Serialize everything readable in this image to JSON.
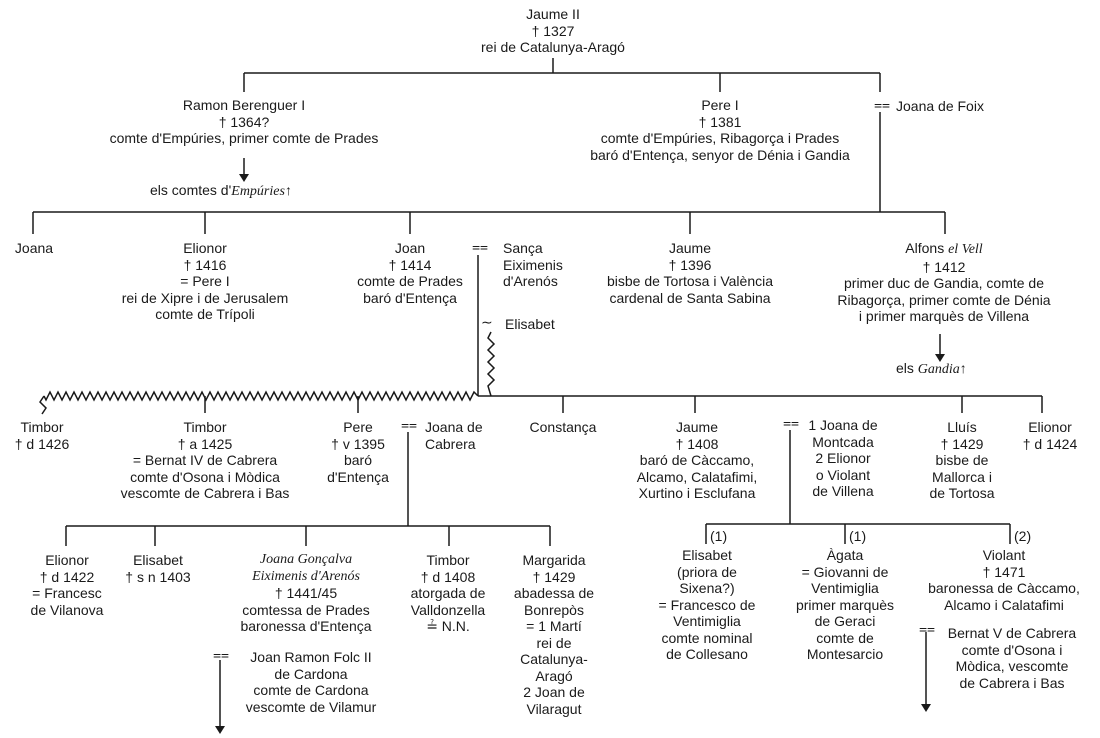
{
  "diagram": {
    "jaume_ii": [
      "Jaume II",
      "† 1327",
      "rei de Catalunya-Aragó"
    ],
    "ramon_berenguer": [
      "Ramon Berenguer I",
      "† 1364?",
      "comte d'Empúries, primer comte de Prades"
    ],
    "comtes_emp": {
      "pre": "els comtes d'",
      "it": "Empúries",
      "post": "↑"
    },
    "pere_i": [
      "Pere I",
      "† 1381",
      "comte d'Empúries, Ribagorça i Prades",
      "baró d'Entença, senyor de Dénia i Gandia"
    ],
    "joana_foix": "Joana de Foix",
    "joana": [
      "Joana"
    ],
    "elionor_1416": [
      "Elionor",
      "† 1416",
      "= Pere I",
      "rei de Xipre i de Jerusalem",
      "comte de Trípoli"
    ],
    "joan_1414": [
      "Joan",
      "† 1414",
      "comte de Prades",
      "baró d'Entença"
    ],
    "sanca": [
      "Sança",
      "Eiximenis",
      "d'Arenós"
    ],
    "elisabet_mistress": "Elisabet",
    "jaume_1396": [
      "Jaume",
      "† 1396",
      "bisbe de Tortosa i València",
      "cardenal de Santa Sabina"
    ],
    "alfons_vell": {
      "name": "Alfons",
      "epithet": "el Vell",
      "lines": [
        "† 1412",
        "primer duc de Gandia, comte de",
        "Ribagorça, primer comte de Dénia",
        "i primer marquès de Villena"
      ]
    },
    "gandia": {
      "pre": "els ",
      "it": "Gandia",
      "post": "↑"
    },
    "timbor_1426": [
      "Timbor",
      "† d 1426"
    ],
    "timbor_1425": [
      "Timbor",
      "† a 1425",
      "= Bernat IV de Cabrera",
      "comte d'Osona i Mòdica",
      "vescomte de Cabrera i Bas"
    ],
    "pere_1395": [
      "Pere",
      "† v 1395",
      "baró",
      "d'Entença"
    ],
    "joana_cabrera": [
      "Joana de",
      "Cabrera"
    ],
    "constanca": [
      "Constança"
    ],
    "jaume_1408": [
      "Jaume",
      "† 1408",
      "baró de Càccamo,",
      "Alcamo, Calatafimi,",
      "Xurtino i Esclufana"
    ],
    "jaume_spouses": [
      "1 Joana de",
      "Montcada",
      "2 Elionor",
      "o Violant",
      "de Villena"
    ],
    "lluis": [
      "Lluís",
      "† 1429",
      "bisbe de",
      "Mallorca i",
      "de Tortosa"
    ],
    "elionor_1424": [
      "Elionor",
      "† d 1424"
    ],
    "elionor_1422": [
      "Elionor",
      "† d 1422",
      "= Francesc",
      "de Vilanova"
    ],
    "elisabet_1403": [
      "Elisabet",
      "† s n 1403"
    ],
    "joana_goncalva": {
      "italic": [
        "Joana Gonçalva",
        "Eiximenis d'Arenós"
      ],
      "lines": [
        "† 1441/45",
        "comtessa de Prades",
        "baronessa d'Entença"
      ]
    },
    "joana_spouse": [
      "Joan Ramon Folc II",
      "de Cardona",
      "comte de Cardona",
      "vescomte de Vilamur"
    ],
    "timbor_1408": [
      "Timbor",
      "† d 1408",
      "atorgada de",
      "Valldonzella",
      "≟ N.N."
    ],
    "margarida": [
      "Margarida",
      "† 1429",
      "abadessa de",
      "Bonrepòs",
      "= 1 Martí",
      "rei de",
      "Catalunya-",
      "Aragó",
      "2 Joan de",
      "Vilaragut"
    ],
    "marriage_num_1a": "(1)",
    "marriage_num_1b": "(1)",
    "marriage_num_2": "(2)",
    "elisabet_priora": [
      "Elisabet",
      "(priora de",
      "Sixena?)",
      "= Francesco de",
      "Ventimiglia",
      "comte nominal",
      "de Collesano"
    ],
    "agata": [
      "Àgata",
      "= Giovanni de",
      "Ventimiglia",
      "primer marquès",
      "de Geraci",
      "comte de",
      "Montesarcio"
    ],
    "violant": [
      "Violant",
      "† 1471",
      "baronessa de Càccamo,",
      "Alcamo i Calatafimi"
    ],
    "violant_spouse": [
      "Bernat V de Cabrera",
      "comte d'Osona i",
      "Mòdica, vescomte",
      "de Cabrera i Bas"
    ]
  }
}
